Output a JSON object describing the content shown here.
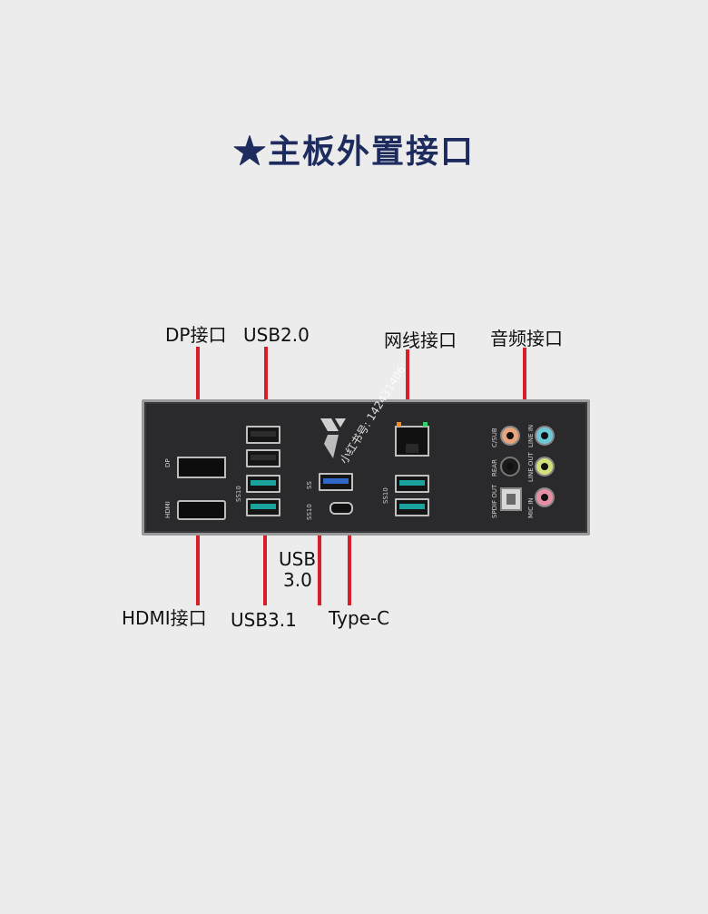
{
  "title": "★主板外置接口",
  "labels": {
    "dp": "DP接口",
    "usb20": "USB2.0",
    "lan": "网线接口",
    "audio": "音频接口",
    "usb30_line1": "USB",
    "usb30_line2": "3.0",
    "hdmi": "HDMI接口",
    "usb31": "USB3.1",
    "typec": "Type-C"
  },
  "panel_text": {
    "dp": "DP",
    "hdmi": "HDMI",
    "ss10": "SS10",
    "ss": "SS",
    "c_sub": "C/SUB",
    "rear": "REAR",
    "spdif": "SPDIF OUT",
    "line_in": "LINE IN",
    "line_out": "LINE OUT",
    "mic_in": "MIC IN"
  },
  "watermark": "小红书号: 142431406",
  "colors": {
    "title": "#1d2b5e",
    "leader": "#d61f2a",
    "usb_teal": "#1aa39c",
    "usb_blue": "#2f68c8",
    "jack_orange": "#e8a47a",
    "jack_cyan": "#6fc8d8",
    "jack_green": "#d6e07a",
    "jack_pink": "#e78fa3",
    "jack_black": "#1a1a1a"
  }
}
